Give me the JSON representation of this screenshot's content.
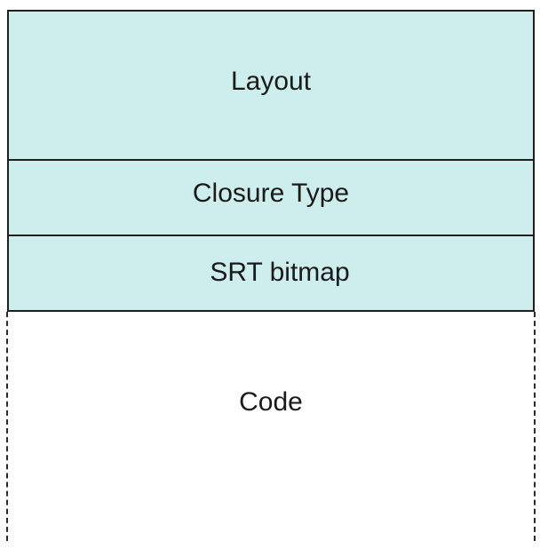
{
  "diagram": {
    "blocks": [
      {
        "label": "Layout"
      },
      {
        "label": "Closure Type"
      },
      {
        "label": "SRT bitmap"
      }
    ],
    "code": {
      "label": "Code"
    }
  },
  "colors": {
    "block_fill": "#cdeeed",
    "border": "#1f1f1f"
  }
}
